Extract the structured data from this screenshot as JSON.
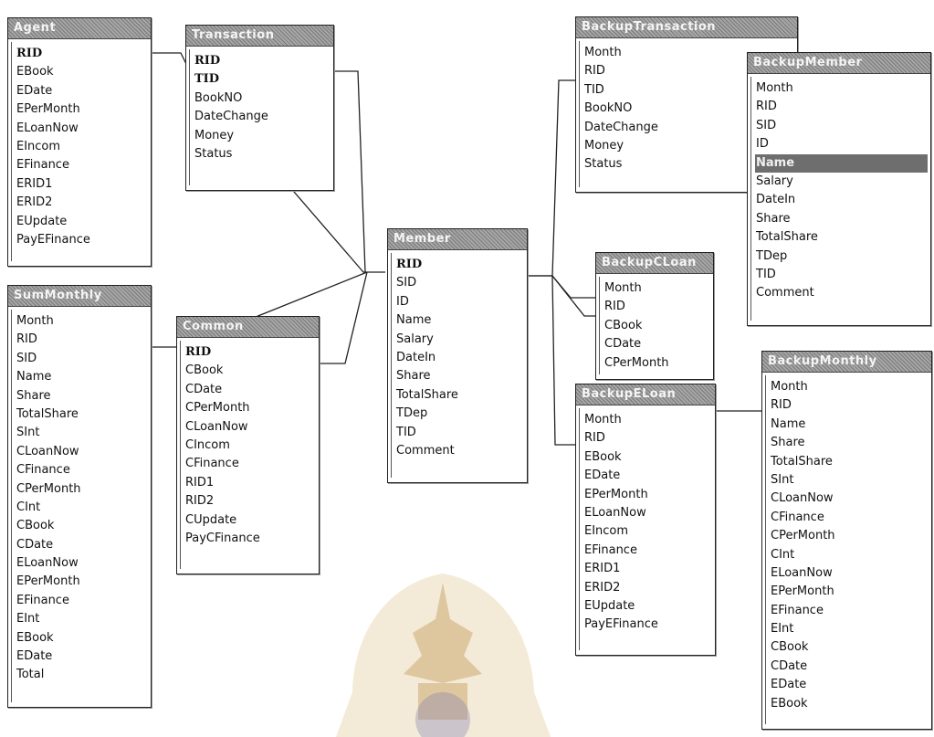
{
  "tables": {
    "agent": {
      "title": "Agent",
      "fields": [
        "RID",
        "EBook",
        "EDate",
        "EPerMonth",
        "ELoanNow",
        "EIncom",
        "EFinance",
        "ERID1",
        "ERID2",
        "EUpdate",
        "PayEFinance"
      ],
      "key_count": 1
    },
    "transaction": {
      "title": "Transaction",
      "fields": [
        "RID",
        "TID",
        "BookNO",
        "DateChange",
        "Money",
        "Status"
      ],
      "key_count": 2
    },
    "sum_monthly": {
      "title": "SumMonthly",
      "fields": [
        "Month",
        "RID",
        "SID",
        "Name",
        "Share",
        "TotalShare",
        "SInt",
        "CLoanNow",
        "CFinance",
        "CPerMonth",
        "CInt",
        "CBook",
        "CDate",
        "ELoanNow",
        "EPerMonth",
        "EFinance",
        "EInt",
        "EBook",
        "EDate",
        "Total"
      ],
      "key_count": 0
    },
    "common": {
      "title": "Common",
      "fields": [
        "RID",
        "CBook",
        "CDate",
        "CPerMonth",
        "CLoanNow",
        "CIncom",
        "CFinance",
        "RID1",
        "RID2",
        "CUpdate",
        "PayCFinance"
      ],
      "key_count": 1
    },
    "member": {
      "title": "Member",
      "fields": [
        "RID",
        "SID",
        "ID",
        "Name",
        "Salary",
        "DateIn",
        "Share",
        "TotalShare",
        "TDep",
        "TID",
        "Comment"
      ],
      "key_count": 1
    },
    "backup_transaction": {
      "title": "BackupTransaction",
      "fields": [
        "Month",
        "RID",
        "TID",
        "BookNO",
        "DateChange",
        "Money",
        "Status"
      ],
      "key_count": 0
    },
    "backup_member": {
      "title": "BackupMember",
      "fields": [
        "Month",
        "RID",
        "SID",
        "ID",
        "Name",
        "Salary",
        "DateIn",
        "Share",
        "TotalShare",
        "TDep",
        "TID",
        "Comment"
      ],
      "key_count": 0,
      "selected_field": "Name"
    },
    "backup_loan": {
      "title": "BackupCLoan",
      "fields": [
        "Month",
        "RID",
        "CBook",
        "CDate",
        "CPerMonth"
      ],
      "key_count": 0
    },
    "backup_eloan": {
      "title": "BackupELoan",
      "fields": [
        "Month",
        "RID",
        "EBook",
        "EDate",
        "EPerMonth",
        "ELoanNow",
        "EIncom",
        "EFinance",
        "ERID1",
        "ERID2",
        "EUpdate",
        "PayEFinance"
      ],
      "key_count": 0
    },
    "backup_monthly": {
      "title": "BackupMonthly",
      "fields": [
        "Month",
        "RID",
        "Name",
        "Share",
        "TotalShare",
        "SInt",
        "CLoanNow",
        "CFinance",
        "CPerMonth",
        "CInt",
        "ELoanNow",
        "EPerMonth",
        "EFinance",
        "EInt",
        "CBook",
        "CDate",
        "EDate",
        "EBook"
      ],
      "key_count": 0
    }
  },
  "colors": {
    "title_bar": "#8e8e8e",
    "border": "#222222",
    "selected": "#6e6e6e",
    "watermark": "#c9a04a"
  }
}
